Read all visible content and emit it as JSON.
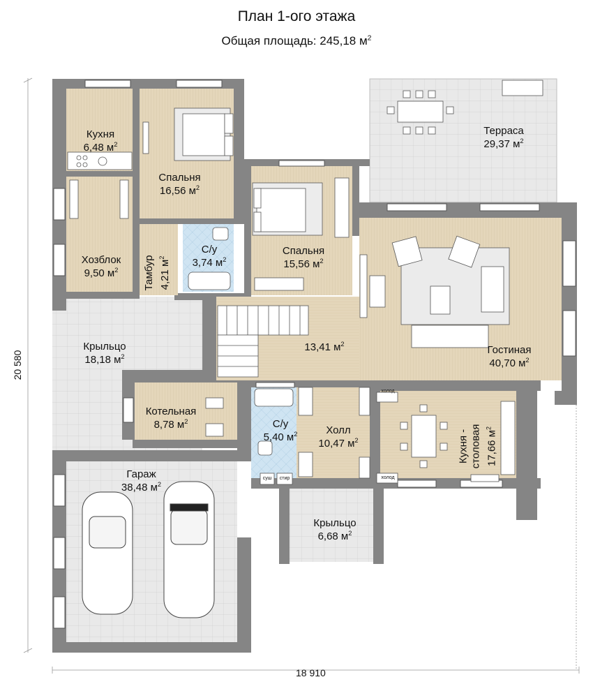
{
  "header": {
    "title": "План 1-ого этажа",
    "subtitle_prefix": "Общая площадь: 245,18 м",
    "subtitle_sup": "2"
  },
  "dimensions": {
    "width": "18 910",
    "height": "20 580"
  },
  "rooms": [
    {
      "id": "kitchen-small",
      "name": "Кухня",
      "area": "6,48 м"
    },
    {
      "id": "bedroom-1",
      "name": "Спальня",
      "area": "16,56 м"
    },
    {
      "id": "utility",
      "name": "Хозблок",
      "area": "9,50 м"
    },
    {
      "id": "vestibule",
      "name": "Тамбур",
      "area": "4,21 м"
    },
    {
      "id": "bath-1",
      "name": "С/у",
      "area": "3,74 м"
    },
    {
      "id": "bedroom-2",
      "name": "Спальня",
      "area": "15,56 м"
    },
    {
      "id": "terrace",
      "name": "Терраса",
      "area": "29,37 м"
    },
    {
      "id": "porch-1",
      "name": "Крыльцо",
      "area": "18,18 м"
    },
    {
      "id": "stair-hall",
      "name": "",
      "area": "13,41 м"
    },
    {
      "id": "living",
      "name": "Гостиная",
      "area": "40,70 м"
    },
    {
      "id": "boiler",
      "name": "Котельная",
      "area": "8,78 м"
    },
    {
      "id": "bath-2",
      "name": "С/у",
      "area": "5,40 м"
    },
    {
      "id": "hall",
      "name": "Холл",
      "area": "10,47 м"
    },
    {
      "id": "kitchen-dining",
      "name": "Кухня -\nстоловая",
      "area": "17,66 м"
    },
    {
      "id": "garage",
      "name": "Гараж",
      "area": "38,48 м"
    },
    {
      "id": "porch-2",
      "name": "Крыльцо",
      "area": "6,68 м"
    }
  ],
  "area_unit_sup": "2",
  "appliance_labels": {
    "fridge": "холод",
    "dryer": "суш",
    "washer": "стир"
  },
  "colors": {
    "wall": "#808080",
    "wood_floor": "#e2d4b8",
    "tile_floor": "#e6e6e6",
    "bath_tile": "#cfe4f2",
    "rug": "#ececec"
  }
}
